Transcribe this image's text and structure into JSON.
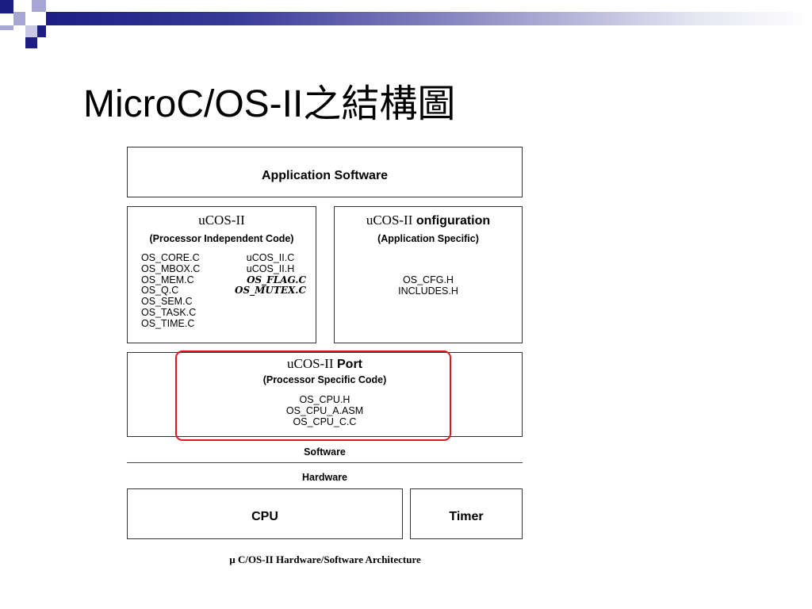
{
  "slide": {
    "title": "MicroC/OS-II之結構圖",
    "theme_colors": {
      "dark_blue": "#1d1d84",
      "light_blue": "#a7a7d4",
      "highlight_red": "#e0151b"
    }
  },
  "diagram": {
    "application": {
      "label": "Application Software"
    },
    "independent": {
      "title": "uCOS-II",
      "subtitle": "(Processor Independent Code)",
      "files_left": [
        "OS_CORE.C",
        "OS_MBOX.C",
        "OS_MEM.C",
        "OS_Q.C",
        "OS_SEM.C",
        "OS_TASK.C",
        "OS_TIME.C"
      ],
      "files_right": [
        "uCOS_II.C",
        "uCOS_II.H"
      ],
      "files_right_bold": [
        "OS_FLAG.C",
        "OS_MUTEX.C"
      ]
    },
    "configuration": {
      "title_prefix": "uCOS-II",
      "title_suffix": "onfiguration",
      "subtitle": "(Application Specific)",
      "files": [
        "OS_CFG.H",
        "INCLUDES.H"
      ]
    },
    "port": {
      "title_prefix": "uCOS-II",
      "title_suffix": "Port",
      "subtitle": "(Processor Specific Code)",
      "files": [
        "OS_CPU.H",
        "OS_CPU_A.ASM",
        "OS_CPU_C.C"
      ]
    },
    "software_label": "Software",
    "hardware_label": "Hardware",
    "cpu": {
      "label": "CPU"
    },
    "timer": {
      "label": "Timer"
    },
    "caption": "µ C/OS-II Hardware/Software Architecture"
  }
}
